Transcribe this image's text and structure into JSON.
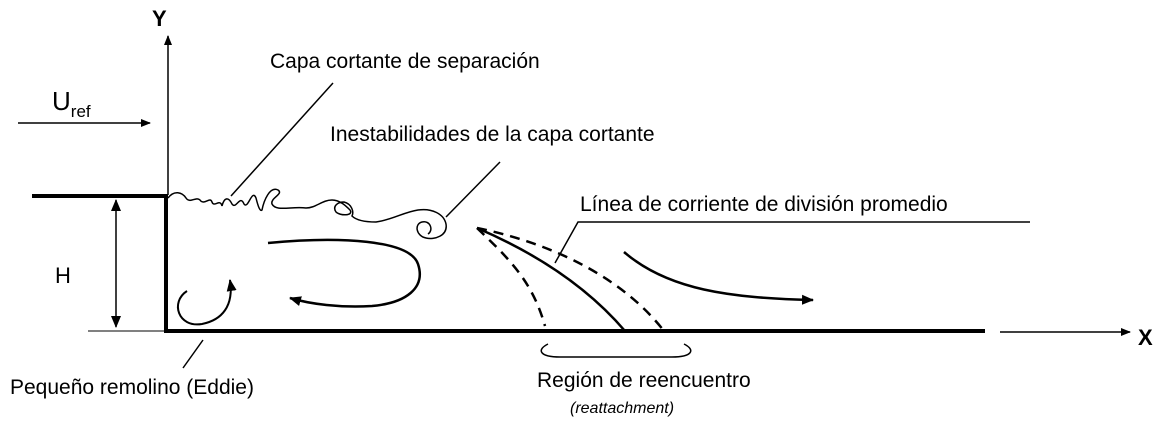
{
  "labels": {
    "y_axis": "Y",
    "x_axis": "X",
    "u_ref_base": "U",
    "u_ref_sub": "ref",
    "step_height": "H",
    "shear_layer": "Capa cortante de separación",
    "instabilities": "Inestabilidades de la capa cortante",
    "dividing_streamline": "Línea de corriente de división promedio",
    "small_eddy": "Pequeño remolino (Eddie)",
    "reattachment_region": "Región de  reencuentro",
    "reattachment_en": "(reattachment)"
  }
}
